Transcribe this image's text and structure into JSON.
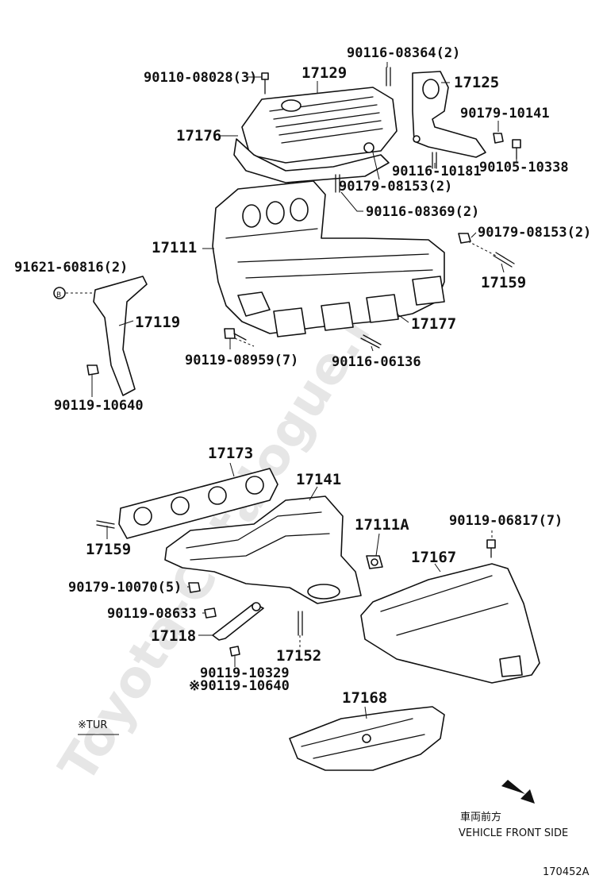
{
  "watermark": "Toyota-Catalogue.ru",
  "upper_parts": {
    "p17129": "17129",
    "p90110_08028": "90110-08028(3)",
    "p90116_08364": "90116-08364(2)",
    "p17125": "17125",
    "p90179_10141": "90179-10141",
    "p17176": "17176",
    "p90116_10181": "90116-10181",
    "p90105_10338": "90105-10338",
    "p90179_08153_a": "90179-08153(2)",
    "p90116_08369": "90116-08369(2)",
    "p90179_08153_b": "90179-08153(2)",
    "p91621_60816": "91621-60816(2)",
    "p17111": "17111",
    "p17159_a": "17159",
    "p17119": "17119",
    "p17177": "17177",
    "p90119_08959": "90119-08959(7)",
    "p90116_06136": "90116-06136",
    "p90119_10640_a": "90119-10640"
  },
  "lower_parts": {
    "p17173": "17173",
    "p17141": "17141",
    "p17159_b": "17159",
    "p17111A": "17111A",
    "p90119_06817": "90119-06817(7)",
    "p17167": "17167",
    "p90179_10070": "90179-10070(5)",
    "p90119_08633": "90119-08633",
    "p17118": "17118",
    "p17152": "17152",
    "p90119_10329": "90119-10329",
    "p90119_10640_b": "※90119-10640",
    "p17168": "17168"
  },
  "notes": {
    "tur": "※TUR",
    "vehicle_front_jp": "車両前方",
    "vehicle_front_en": "VEHICLE FRONT SIDE",
    "drawing_code": "170452A"
  }
}
